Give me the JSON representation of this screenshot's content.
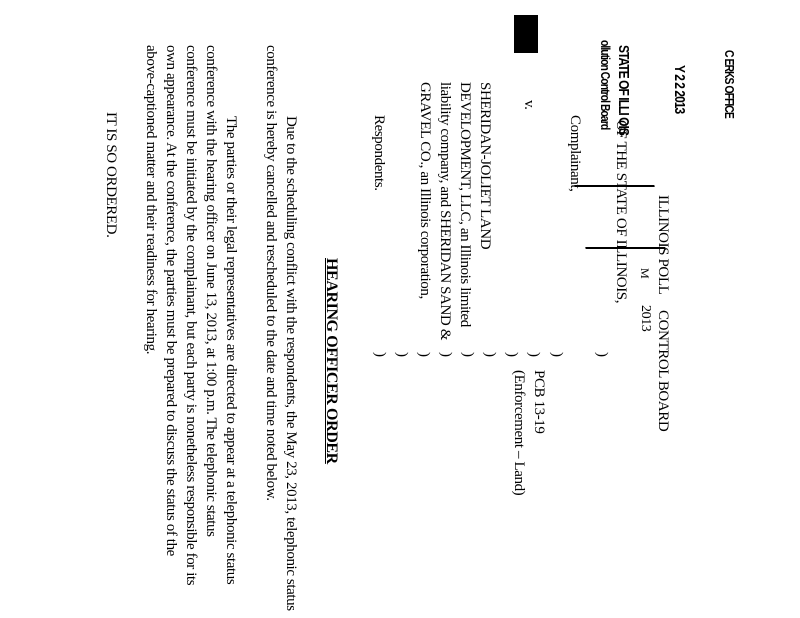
{
  "stamps": {
    "clerks_office": "C ERKS OFFICE",
    "date": "Y 2 2 2013",
    "state_line1": "STATE OF ILLI OIS",
    "state_line2": "ollution Control Board",
    "received_fragment": "M",
    "received_year": "2013"
  },
  "header": {
    "board_left": "ILLINOIS POLL",
    "board_right": "CONTROL BOARD"
  },
  "caption": {
    "complainant_name": "OF THE STATE OF ILLINOIS,",
    "complainant_role": "Complainant,",
    "versus": "v.",
    "respondent_lines": [
      "SHERIDAN-JOLIET LAND",
      "DEVELOPMENT, LLC, an Illinois limited",
      "liability company, and SHERIDAN SAND &",
      "GRAVEL CO., an Illinois corporation,"
    ],
    "respondent_role": "Respondents.",
    "paren": ")",
    "case_number": "PCB 13-19",
    "case_type": "(Enforcement – Land)"
  },
  "order": {
    "title": "HEARING OFFICER ORDER",
    "paragraph1": [
      "Due to the scheduling conflict with the respondents, the May 23, 2013, telephonic status",
      "conference is hereby cancelled and rescheduled to the date and time noted below."
    ],
    "paragraph2": [
      "The parties or their legal representatives are directed to appear at a telephonic status",
      "conference with the hearing officer on June 13, 2013, at 1:00 p.m. The telephonic status",
      "conference must be initiated by the complainant, but each party is nonetheless responsible for its",
      "own appearance.  At the conference, the parties must be prepared to discuss the status of the",
      "above-captioned matter and their readiness for hearing."
    ],
    "closing": "IT IS SO ORDERED."
  }
}
